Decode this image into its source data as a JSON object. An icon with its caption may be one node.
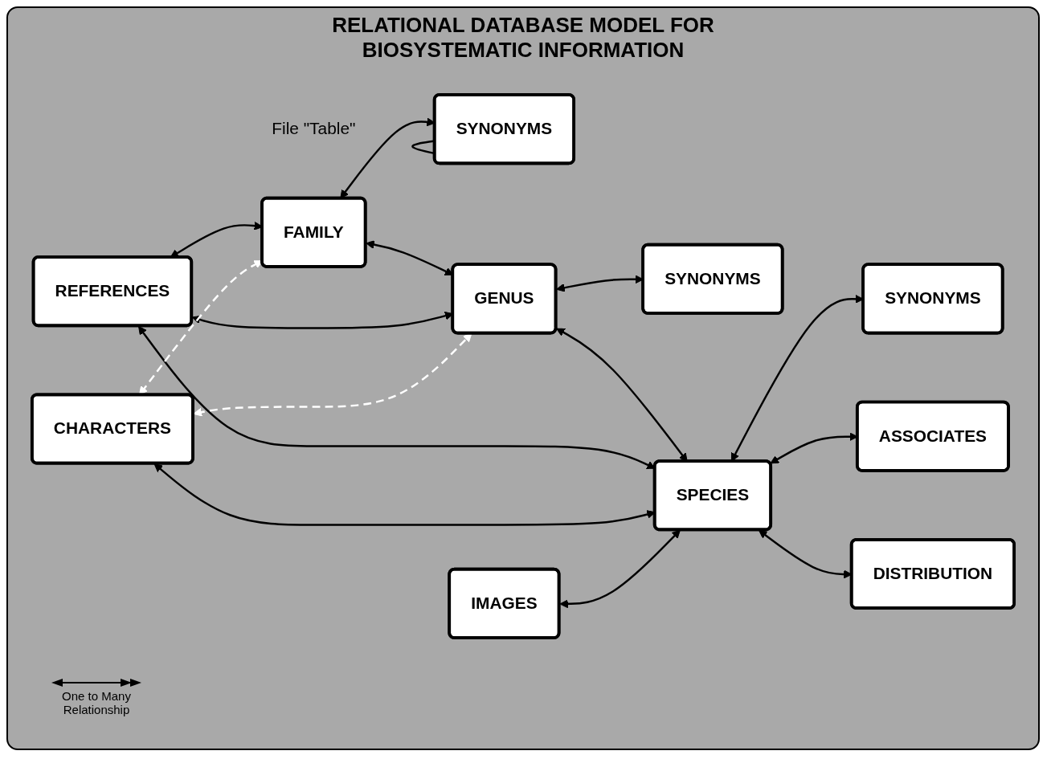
{
  "diagram": {
    "title": "RELATIONAL DATABASE MODEL FOR BIOSYSTEMATIC INFORMATION",
    "nodes": [
      {
        "text": [
          "File \"Table\""
        ]
      },
      {
        "text": [
          "FAMILY"
        ]
      },
      {
        "text": [
          "SYNONYMS"
        ]
      },
      {
        "text": [
          "REFERENCES"
        ]
      },
      {
        "text": [
          "GENUS"
        ]
      },
      {
        "text": [
          "SYNONYMS"
        ]
      },
      {
        "text": [
          "CHARACTERS"
        ]
      },
      {
        "text": [
          "SPECIES"
        ]
      },
      {
        "text": [
          "SYNONYMS"
        ]
      },
      {
        "text": [
          "IMAGES"
        ]
      },
      {
        "text": [
          "ASSOCIATES"
        ]
      },
      {
        "text": [
          "DISTRIBUTION"
        ]
      }
    ],
    "edges": [
      {
        "from": 1,
        "to": 2,
        "arrow": "both"
      },
      {
        "from": 4,
        "to": 5,
        "arrow": "both"
      },
      {
        "from": 7,
        "to": 8,
        "arrow": "both"
      },
      {
        "from": 1,
        "to": 4,
        "arrow": "both"
      },
      {
        "from": 4,
        "to": 7,
        "arrow": "both"
      },
      {
        "from": 7,
        "to": 10,
        "arrow": "both"
      },
      {
        "from": 7,
        "to": 11,
        "arrow": "both"
      },
      {
        "from": 3,
        "to": 1,
        "arrow": "both"
      },
      {
        "from": 3,
        "to": 4,
        "arrow": "both"
      },
      {
        "from": 3,
        "to": 7,
        "arrow": "both"
      },
      {
        "from": 6,
        "to": 1,
        "arrow": "both",
        "style": "dashed",
        "color": "#ffffff"
      },
      {
        "from": 6,
        "to": 4,
        "arrow": "both",
        "style": "dashed",
        "color": "#ffffff"
      },
      {
        "from": 6,
        "to": 7,
        "arrow": "both"
      },
      {
        "from": 9,
        "to": 7,
        "arrow": "both"
      },
      {
        "from": 0,
        "to": 2,
        "arrow": "none"
      }
    ],
    "legend": [
      {
        "text": "One to Many Relationship"
      }
    ]
  }
}
